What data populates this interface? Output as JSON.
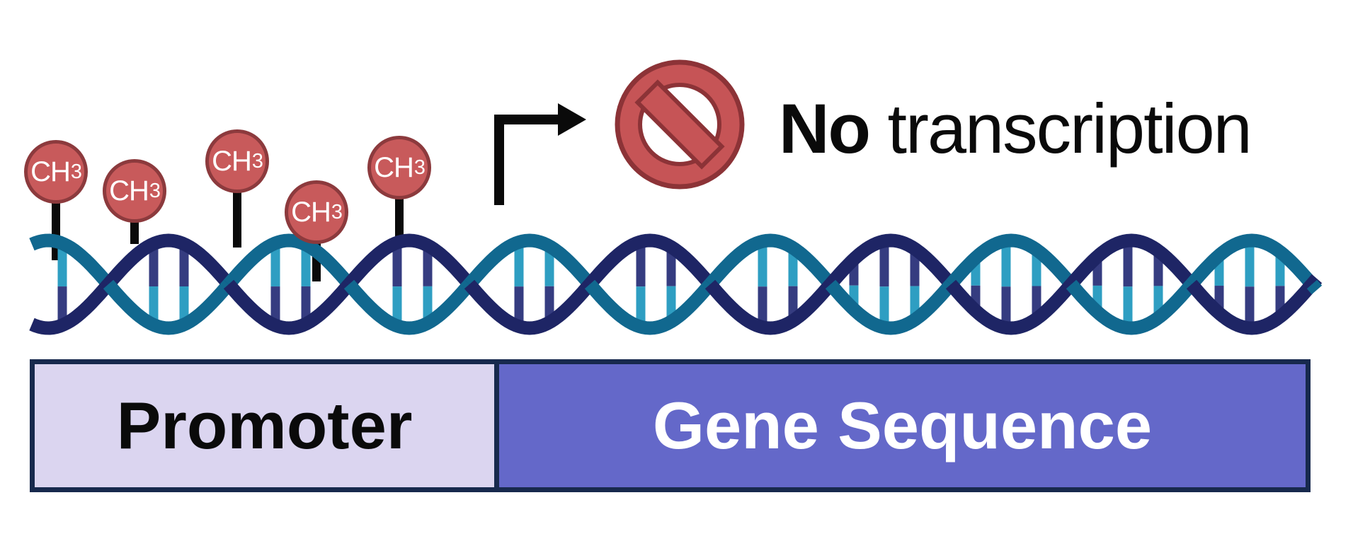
{
  "diagram": {
    "methyl_label": {
      "main": "CH",
      "sub": "3"
    },
    "methyl_count": 5,
    "annotation": {
      "emphasis": "No",
      "text": " transcription"
    },
    "regions": [
      {
        "label": "Promoter"
      },
      {
        "label": "Gene Sequence"
      }
    ]
  },
  "icons": {
    "prohibition": "no-entry-prohibition-icon",
    "arrow": "bent-elbow-arrow-icon",
    "dna": "dna-double-helix",
    "methyl": "methyl-group-lollipop"
  },
  "colors": {
    "strand_teal": "#11688F",
    "strand_navy": "#1E2565",
    "rung_teal": "#2E9EC2",
    "rung_navy": "#353C80",
    "methyl_fill": "#C85A5B",
    "methyl_border": "#8C3A3D",
    "methyl_text": "#FFFFFF",
    "sign_fill": "#C65456",
    "sign_border": "#8C3337",
    "arrow_black": "#0A0A0A",
    "text_black": "#0A0A0A",
    "promoter_fill": "#DBD5F0",
    "promoter_text": "#0A0A0A",
    "gene_fill": "#6468C9",
    "gene_text": "#FFFFFF",
    "region_border": "#17294D",
    "background": "#FFFFFF"
  }
}
